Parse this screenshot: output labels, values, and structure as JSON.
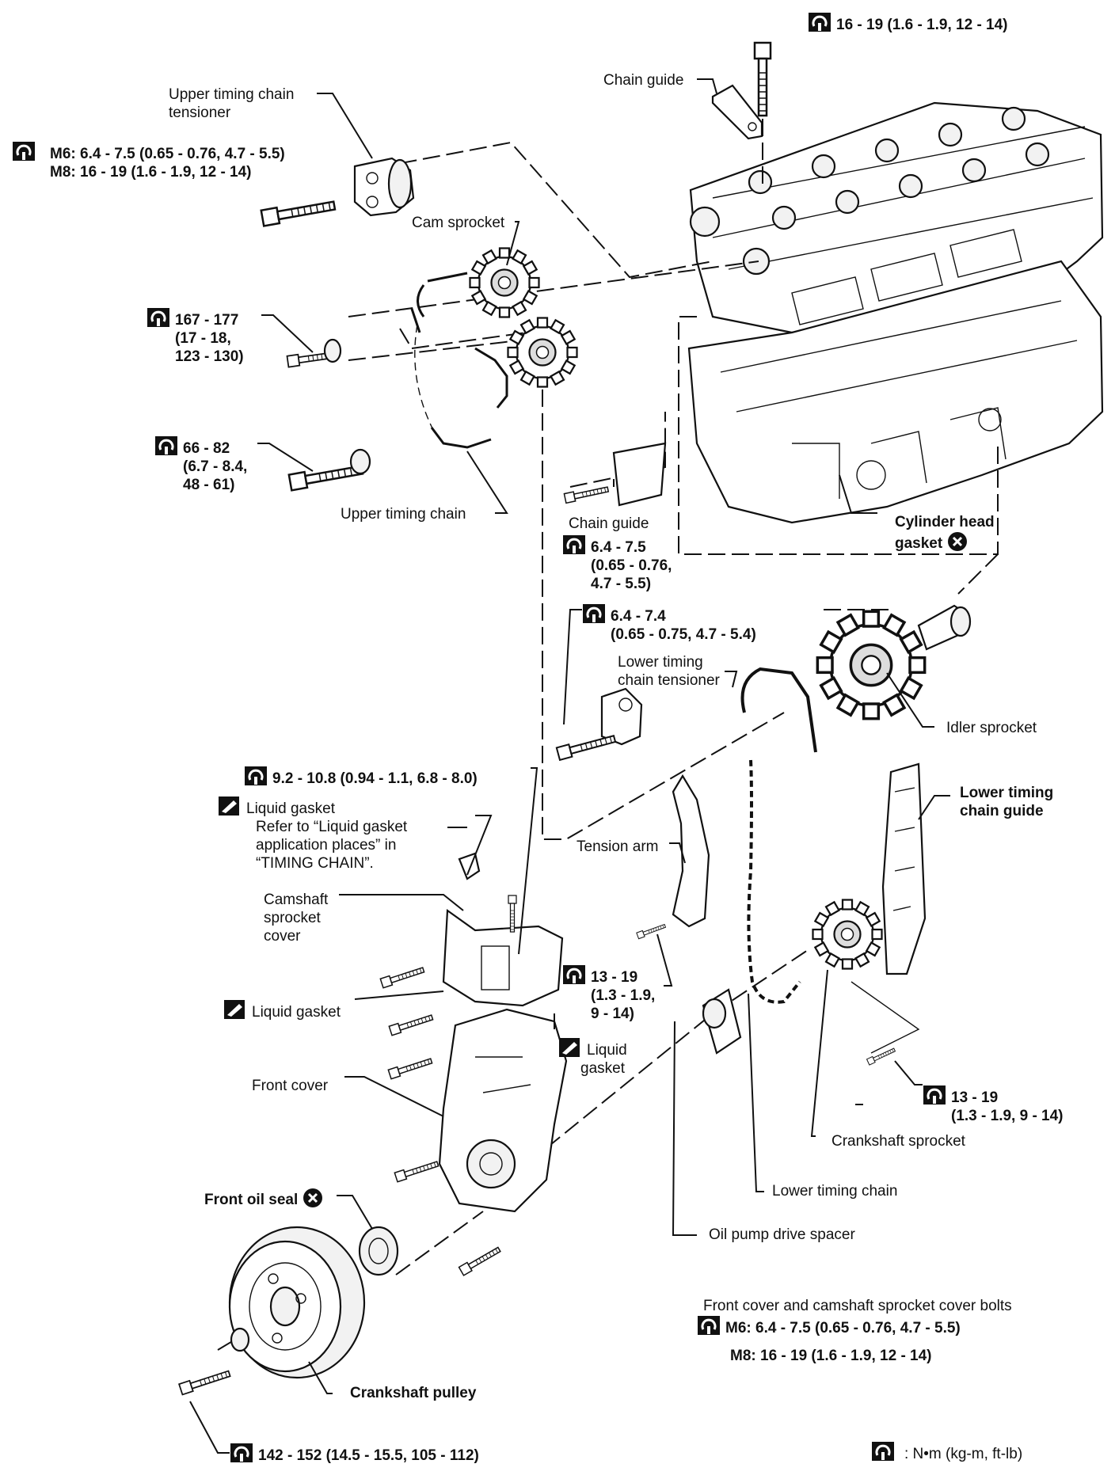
{
  "labels": {
    "top_bolt_torque": "16 - 19 (1.6 - 1.9, 12 - 14)",
    "chain_guide_top": "Chain guide",
    "upper_tensioner": [
      "Upper timing chain",
      "tensioner"
    ],
    "tensioner_torque": [
      "M6: 6.4 - 7.5 (0.65 - 0.76, 4.7 - 5.5)",
      "M8: 16 - 19 (1.6 - 1.9, 12 - 14)"
    ],
    "cam_sprocket": "Cam sprocket",
    "torque_167": [
      "167 - 177",
      "(17 - 18,",
      "123 - 130)"
    ],
    "torque_66": [
      "66 - 82",
      "(6.7 - 8.4,",
      "48 - 61)"
    ],
    "upper_timing_chain": "Upper timing chain",
    "chain_guide_mid": "Chain guide",
    "chain_guide_mid_torque": [
      "6.4 - 7.5",
      "(0.65 - 0.76,",
      "4.7 - 5.5)"
    ],
    "cylinder_head_gasket": [
      "Cylinder head",
      "gasket"
    ],
    "lower_tensioner_torque": [
      "6.4 - 7.4",
      "(0.65 - 0.75, 4.7 - 5.4)"
    ],
    "lower_tensioner": [
      "Lower timing",
      "chain tensioner"
    ],
    "idler_sprocket": "Idler sprocket",
    "cover_bolt_torque": "9.2 - 10.8 (0.94 - 1.1, 6.8 - 8.0)",
    "liquid_gasket_note": [
      "Liquid gasket",
      "Refer to “Liquid gasket",
      "application places” in",
      "“TIMING CHAIN”."
    ],
    "lower_chain_guide": [
      "Lower timing",
      "chain guide"
    ],
    "tension_arm": "Tension arm",
    "camshaft_sprocket_cover": [
      "Camshaft",
      "sprocket",
      "cover"
    ],
    "torque_13_a": [
      "13 - 19",
      "(1.3 - 1.9,",
      "9 - 14)"
    ],
    "liquid_gasket_left": "Liquid gasket",
    "liquid_gasket_right": [
      "Liquid",
      "gasket"
    ],
    "front_cover": "Front cover",
    "torque_13_b": [
      "13 - 19",
      "(1.3 - 1.9, 9 - 14)"
    ],
    "crankshaft_sprocket": "Crankshaft sprocket",
    "front_oil_seal": "Front oil seal",
    "lower_timing_chain": "Lower timing chain",
    "oil_pump_drive_spacer": "Oil pump drive spacer",
    "note_front_cover": [
      "Front cover and camshaft sprocket cover bolts",
      "M6: 6.4 - 7.5 (0.65 - 0.76, 4.7 - 5.5)",
      "M8: 16 - 19 (1.6 - 1.9, 12 - 14)"
    ],
    "crankshaft_pulley": "Crankshaft pulley",
    "pulley_bolt_torque": "142 - 152 (14.5 - 15.5, 105 - 112)",
    "units_legend": ": N•m (kg-m, ft-lb)"
  },
  "icons": {
    "torque": "torque-wrench-icon",
    "do_not_reuse": "circle-x-icon",
    "liquid_gasket": "gasket-tube-icon"
  }
}
